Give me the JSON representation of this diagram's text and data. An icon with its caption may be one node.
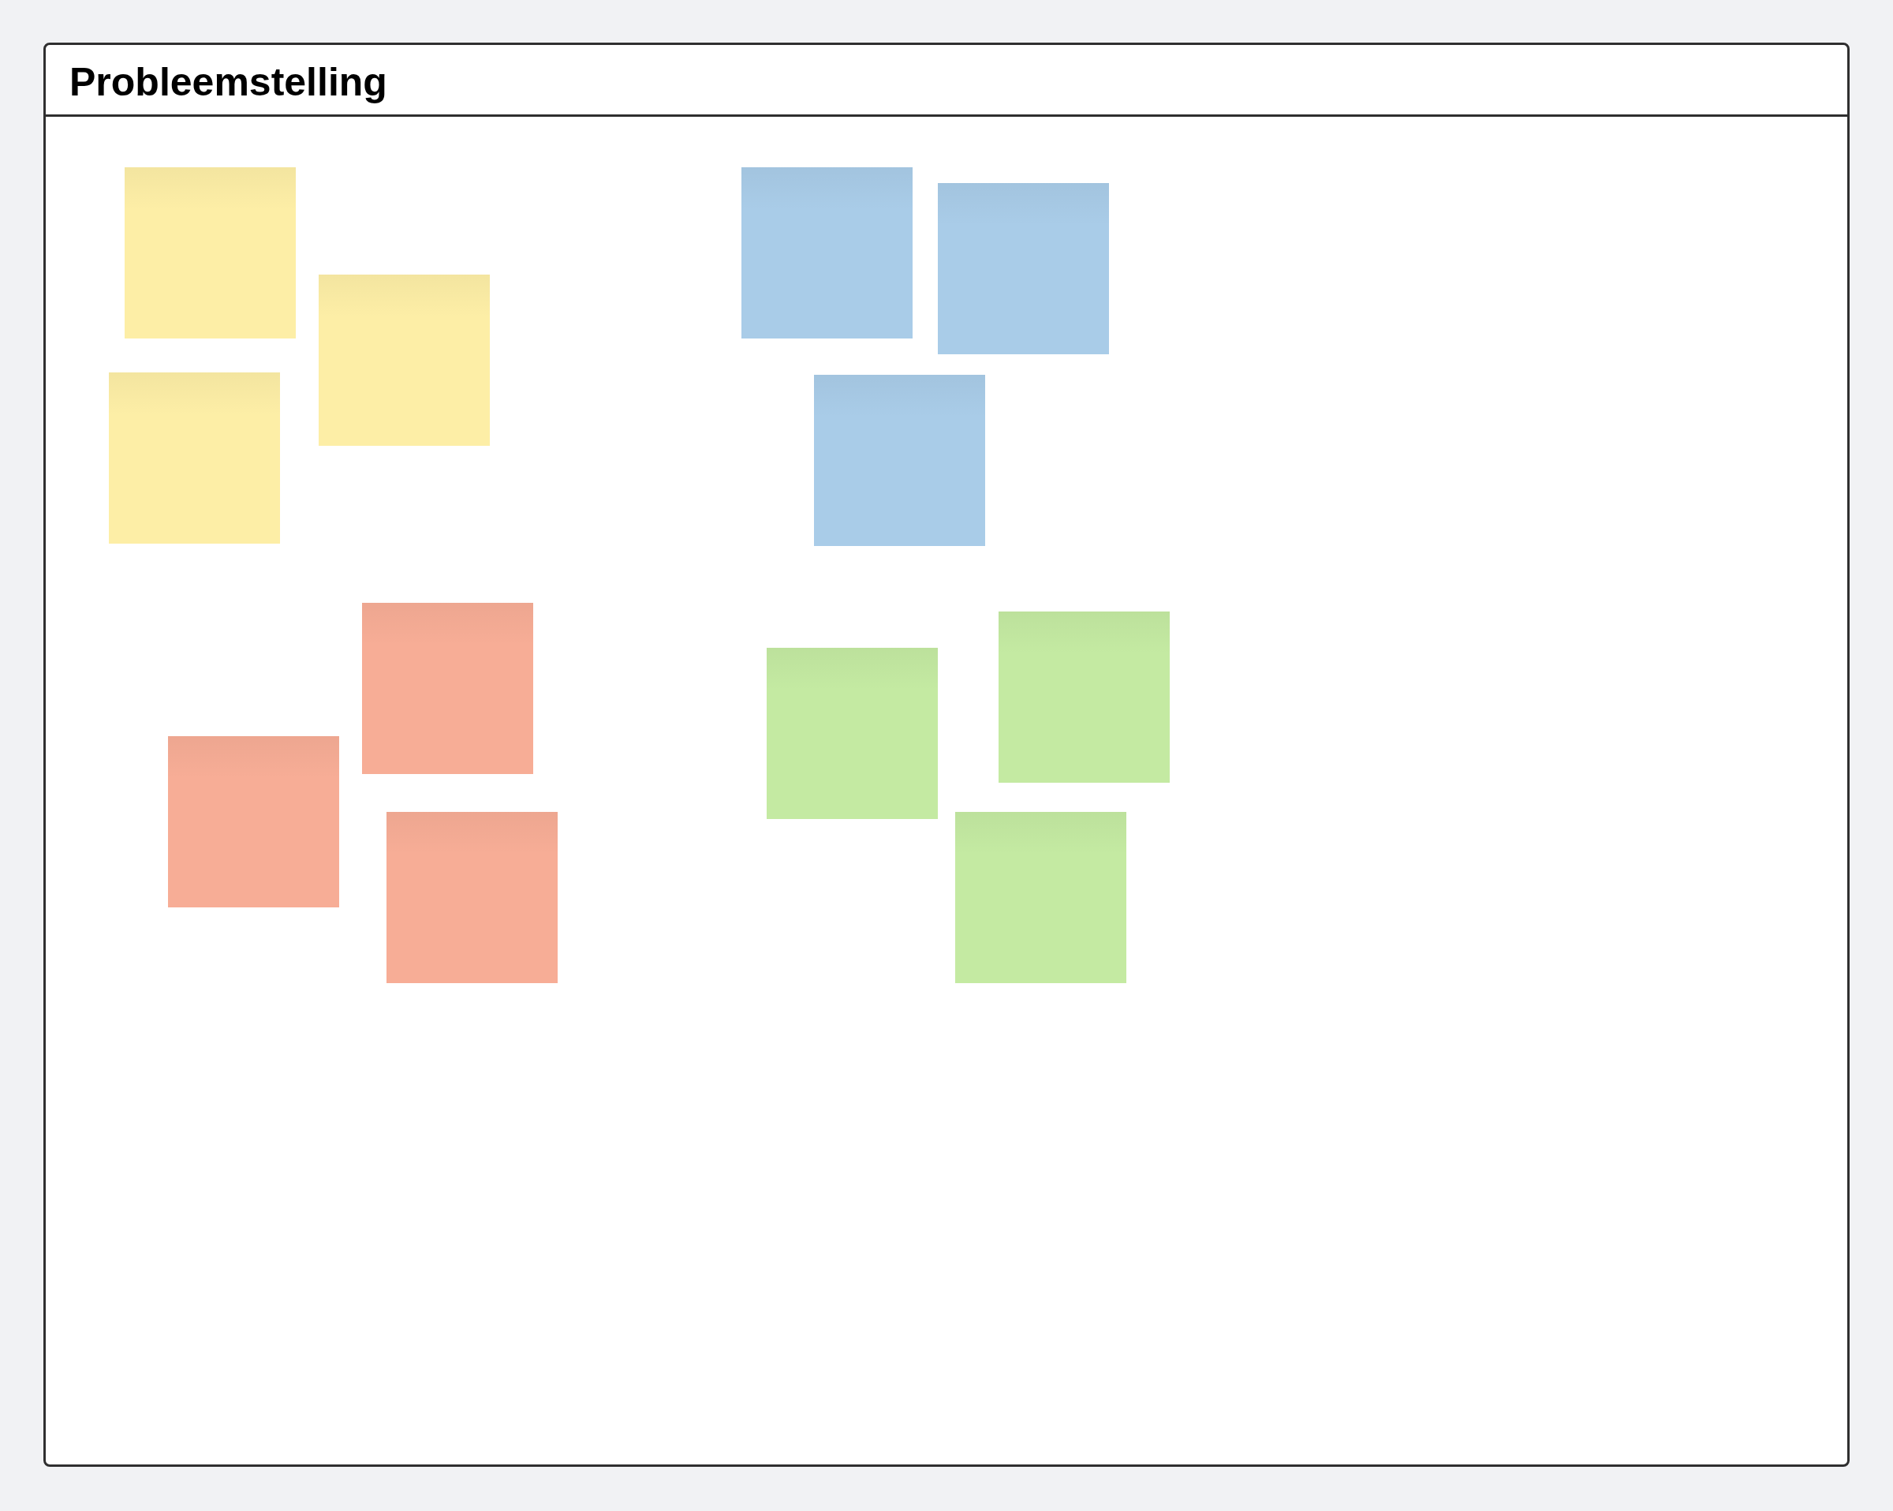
{
  "diagram": {
    "nodes": [
      {
        "text": [
          "Probleemstelling"
        ]
      },
      {
        "text": [],
        "shape": "box",
        "in": 0
      },
      {
        "text": [],
        "shape": "box",
        "in": 0
      },
      {
        "text": [],
        "shape": "box",
        "in": 0
      },
      {
        "text": [],
        "shape": "box",
        "in": 0
      },
      {
        "text": [],
        "shape": "box",
        "in": 0
      },
      {
        "text": [],
        "shape": "box",
        "in": 0
      },
      {
        "text": [],
        "shape": "box",
        "in": 0
      },
      {
        "text": [],
        "shape": "box",
        "in": 0
      },
      {
        "text": [],
        "shape": "box",
        "in": 0
      },
      {
        "text": [],
        "shape": "box",
        "in": 0
      },
      {
        "text": [],
        "shape": "box",
        "in": 0
      },
      {
        "text": [],
        "shape": "box",
        "in": 0
      }
    ]
  }
}
